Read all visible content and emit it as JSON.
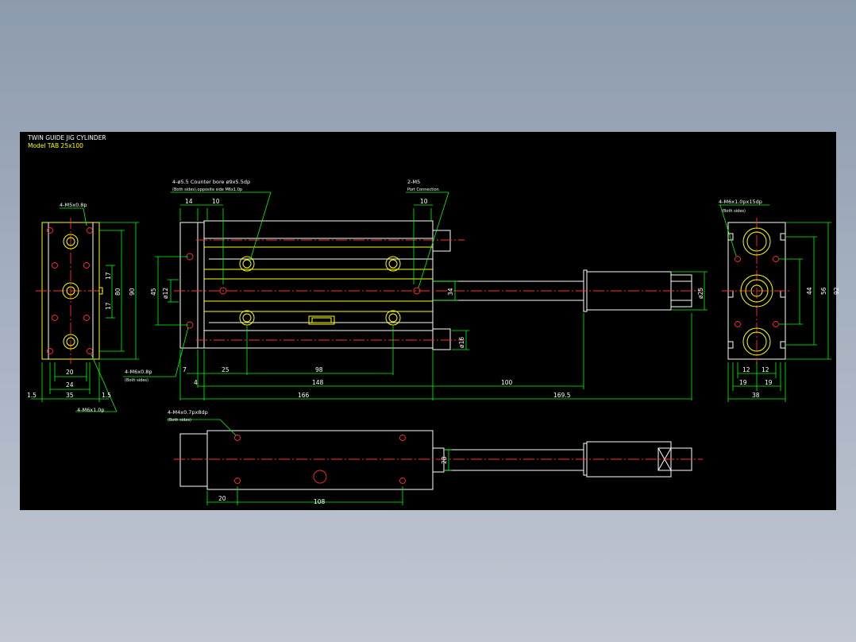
{
  "title": {
    "line1": "TWIN GUIDE JIG CYLINDER",
    "line2": "Model  TAB 25x100"
  },
  "callouts": {
    "left_top": "4-M5x0.8p",
    "left_bottom": "4-M6x1.0p",
    "front_bore_line1": "4-ø5.5 Counter bore ø9x5.5dp",
    "front_bore_line2": "(Both sides),opposite side M6x1.0p",
    "front_port_line1": "2-M5",
    "front_port_line2": "Port Connection",
    "front_side_line1": "4-M6x0.8p",
    "front_side_line2": "(Both sides)",
    "right_line1": "4-M6x1.0px15dp",
    "right_line2": "(Both sides)",
    "bottom_line1": "4-M4x0.7px8dp",
    "bottom_line2": "(Both sides)"
  },
  "dims": {
    "left_view": [
      "20",
      "24",
      "35",
      "1.5",
      "1.5",
      "17",
      "17",
      "80",
      "90"
    ],
    "front_view": [
      "14",
      "10",
      "10",
      "7",
      "25",
      "98",
      "4",
      "148",
      "100",
      "166",
      "169.5",
      "45",
      "ø12",
      "34",
      "ø16",
      "ø25"
    ],
    "right_view": [
      "44",
      "56",
      "92",
      "12",
      "12",
      "19",
      "19",
      "38"
    ],
    "bottom_view": [
      "28",
      "20",
      "108"
    ]
  }
}
